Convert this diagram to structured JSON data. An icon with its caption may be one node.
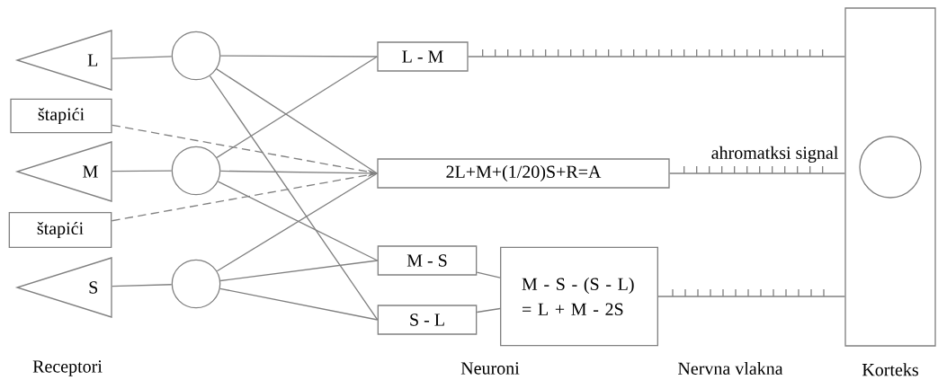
{
  "diagram": {
    "nodes": [
      {
        "text": [
          "L"
        ]
      },
      {
        "text": [
          "štapići"
        ]
      },
      {
        "text": [
          "M"
        ]
      },
      {
        "text": [
          "štapići"
        ]
      },
      {
        "text": [
          "S"
        ]
      },
      {
        "text": [],
        "shape": "circle"
      },
      {
        "text": [],
        "shape": "circle"
      },
      {
        "text": [],
        "shape": "circle"
      },
      {
        "text": [
          "L - M"
        ]
      },
      {
        "text": [
          "2L+M+(1/20)S+R=A"
        ]
      },
      {
        "text": [
          "M - S"
        ]
      },
      {
        "text": [
          "S - L"
        ]
      },
      {
        "text": [
          "M - S - (S - L) = L + M - 2S"
        ]
      },
      {
        "text": [],
        "shape": "box",
        "beside": [
          "Korteks"
        ]
      },
      {
        "text": [],
        "shape": "circle",
        "in": 13
      }
    ],
    "edges": [
      {
        "from": 0,
        "to": 5,
        "arrow": "none"
      },
      {
        "from": 2,
        "to": 6,
        "arrow": "none"
      },
      {
        "from": 4,
        "to": 7,
        "arrow": "none"
      },
      {
        "from": 5,
        "to": 8,
        "arrow": "none"
      },
      {
        "from": 5,
        "to": 9,
        "arrow": "none"
      },
      {
        "from": 5,
        "to": 11,
        "arrow": "none"
      },
      {
        "from": 6,
        "to": 8,
        "arrow": "none"
      },
      {
        "from": 6,
        "to": 9,
        "arrow": "to"
      },
      {
        "from": 6,
        "to": 10,
        "arrow": "none"
      },
      {
        "from": 7,
        "to": 9,
        "arrow": "none"
      },
      {
        "from": 7,
        "to": 10,
        "arrow": "none"
      },
      {
        "from": 7,
        "to": 11,
        "arrow": "none"
      },
      {
        "from": 1,
        "to": 9,
        "arrow": "none",
        "style": "dashed"
      },
      {
        "from": 3,
        "to": 9,
        "arrow": "none",
        "style": "dashed"
      },
      {
        "from": 10,
        "to": 12,
        "arrow": "none"
      },
      {
        "from": 11,
        "to": 12,
        "arrow": "none"
      },
      {
        "from": 8,
        "to": 13,
        "arrow": "none"
      },
      {
        "from": 9,
        "to": 13,
        "arrow": "none",
        "label": "ahromatksi signal"
      },
      {
        "from": 12,
        "to": 13,
        "arrow": "none"
      }
    ],
    "labels": [
      "Receptori",
      "Neuroni",
      "Nervna vlakna"
    ]
  }
}
